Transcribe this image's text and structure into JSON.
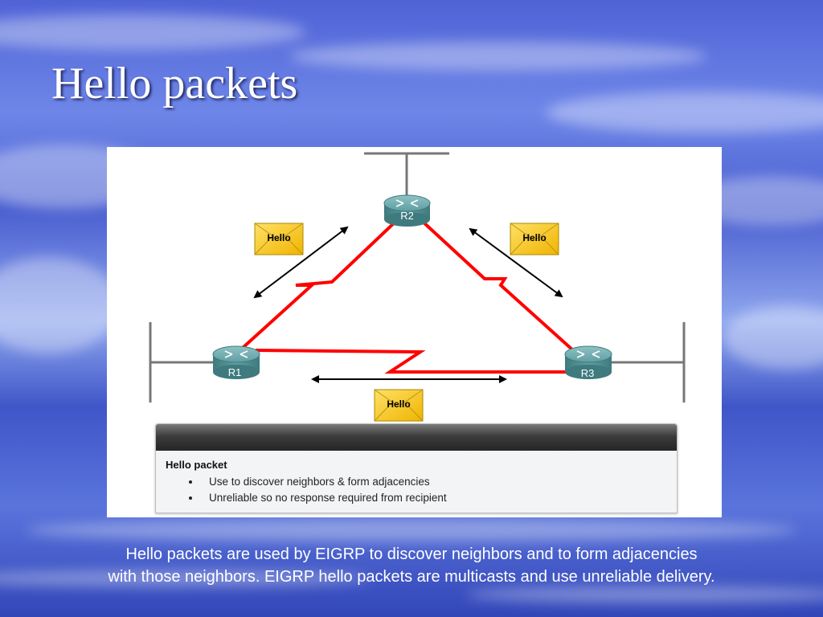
{
  "slide": {
    "title": "Hello packets",
    "caption_lines": [
      "Hello packets are used by EIGRP to discover neighbors and to form adjacencies",
      "with those neighbors. EIGRP hello packets are multicasts and use unreliable delivery."
    ]
  },
  "diagram": {
    "routers": [
      {
        "id": "R1",
        "label": "R1"
      },
      {
        "id": "R2",
        "label": "R2"
      },
      {
        "id": "R3",
        "label": "R3"
      }
    ],
    "hello_labels": [
      "Hello",
      "Hello",
      "Hello"
    ],
    "link_color": "#ff0000",
    "router_color": "#4d8a8e",
    "envelope_color": "#ffcc00"
  },
  "info_panel": {
    "title": "Hello packet",
    "bullets": [
      "Use to discover neighbors & form adjacencies",
      "Unreliable so no response required from recipient"
    ]
  }
}
